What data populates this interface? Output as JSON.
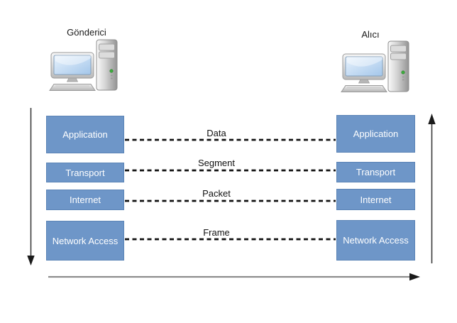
{
  "diagram": {
    "sender_title": "Gönderici",
    "receiver_title": "Alıcı",
    "layers": [
      {
        "name": "Application",
        "pdu": "Data"
      },
      {
        "name": "Transport",
        "pdu": "Segment"
      },
      {
        "name": "Internet",
        "pdu": "Packet"
      },
      {
        "name": "Network Access",
        "pdu": "Frame"
      }
    ]
  },
  "colors": {
    "layer-box-fill": "#6e96c8",
    "layer-box-border": "#5b84b6",
    "layer-text": "#ffffff",
    "dashed-line": "#111111",
    "arrow-line": "#3c3c3c",
    "bottom-line": "#8c8c8c",
    "title-text": "#1a1a1a"
  }
}
